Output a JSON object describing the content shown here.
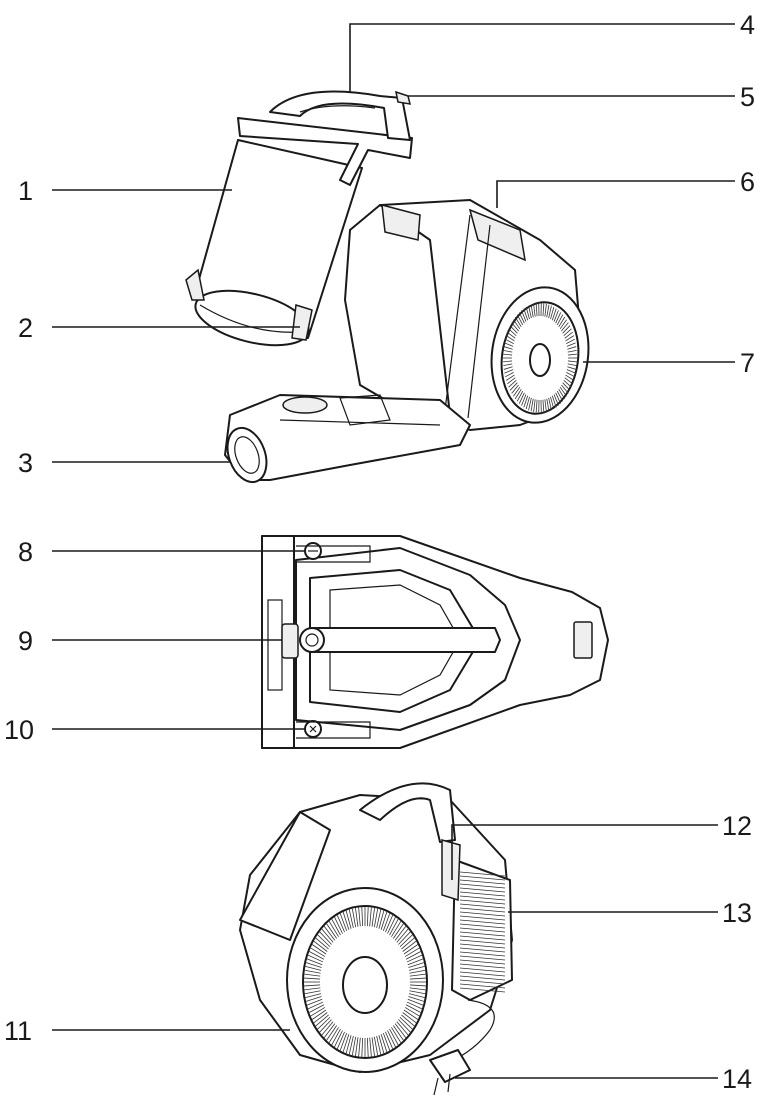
{
  "diagram": {
    "labels": {
      "l1": "1",
      "l2": "2",
      "l3": "3",
      "l4": "4",
      "l5": "5",
      "l6": "6",
      "l7": "7",
      "l8": "8",
      "l9": "9",
      "l10": "10",
      "l11": "11",
      "l12": "12",
      "l13": "13",
      "l14": "14"
    },
    "stroke_color": "#1a1a1a",
    "background_color": "#ffffff"
  }
}
